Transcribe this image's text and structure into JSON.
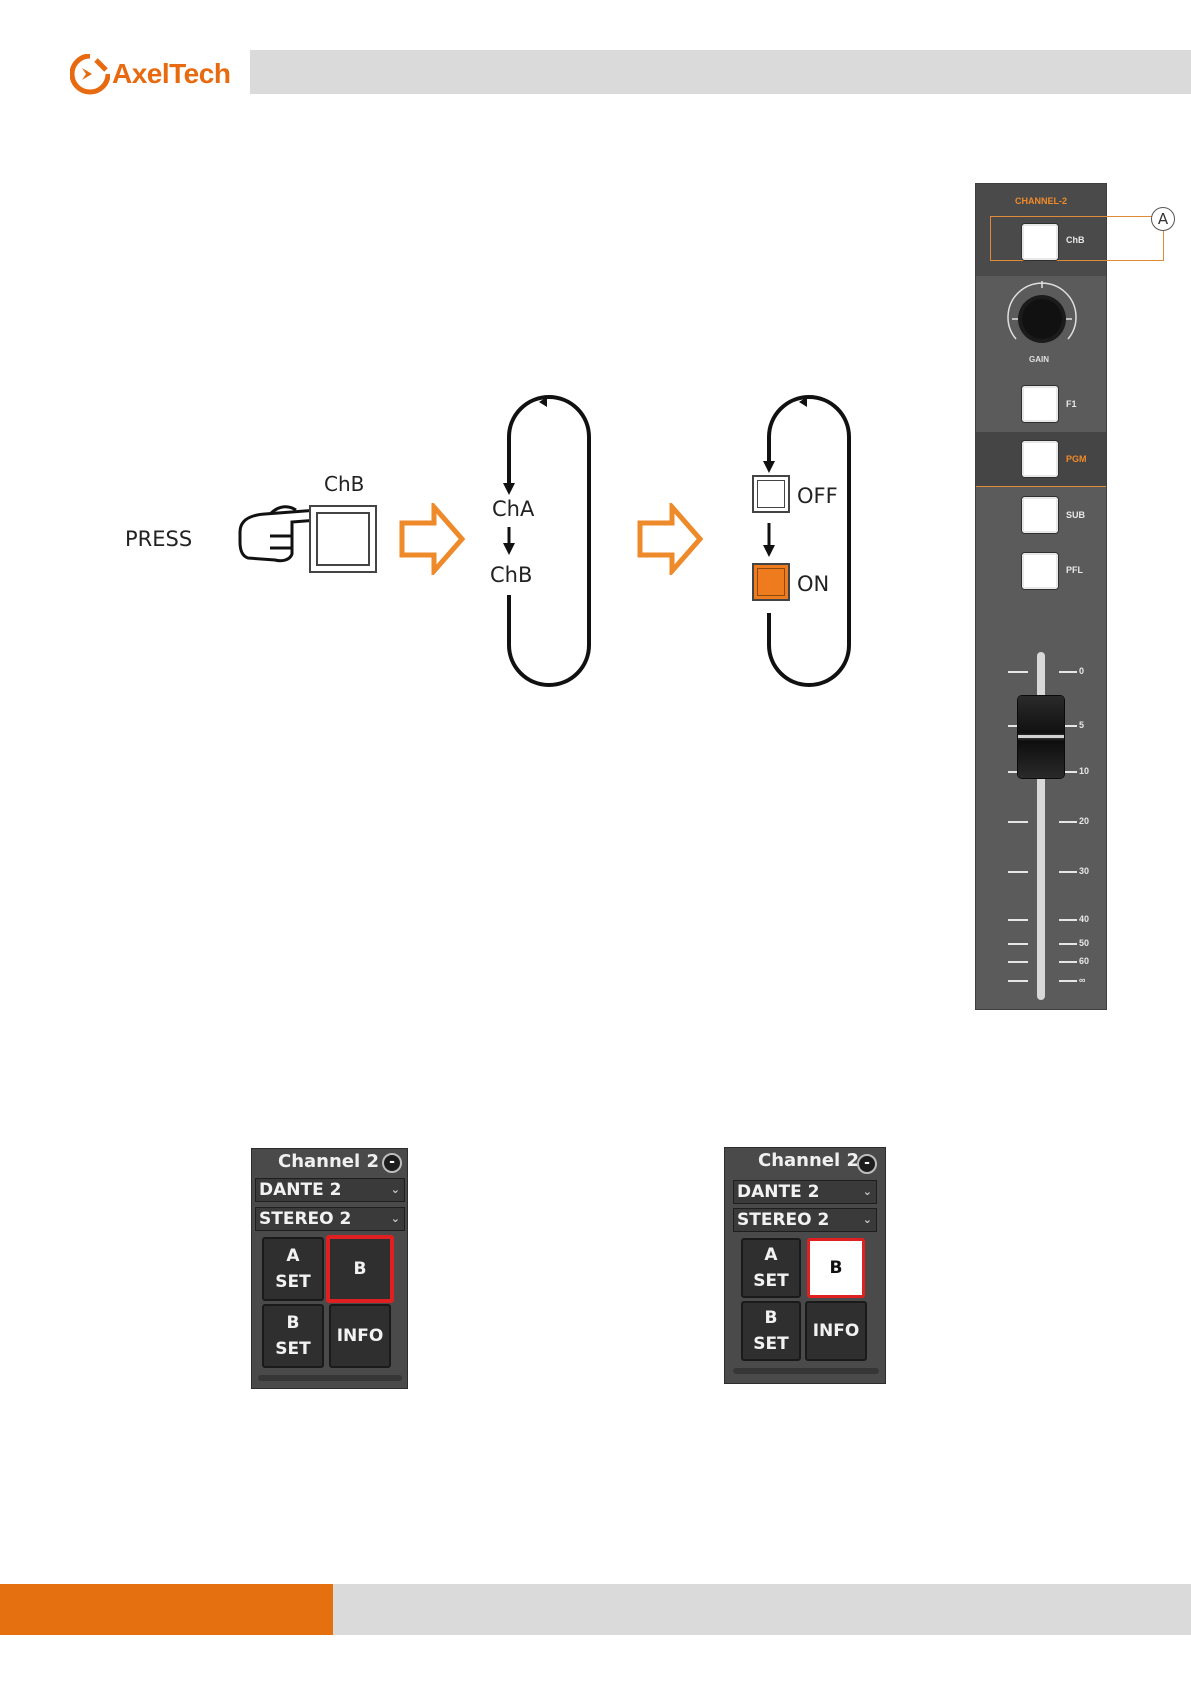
{
  "header": {
    "brand": "AxelTech"
  },
  "diagram": {
    "press_label": "PRESS",
    "button_label": "ChB",
    "cycle_first": "ChA",
    "cycle_second": "ChB",
    "state_off": "OFF",
    "state_on": "ON"
  },
  "channel_strip": {
    "title": "CHANNEL-2",
    "callout": "A",
    "chb_label": "ChB",
    "gain_label": "GAIN",
    "f1_label": "F1",
    "pgm_label": "PGM",
    "sub_label": "SUB",
    "pfl_label": "PFL",
    "scale": [
      "0",
      "5",
      "10",
      "20",
      "30",
      "40",
      "50",
      "60",
      "∞"
    ]
  },
  "panels": [
    {
      "title": "Channel 2",
      "minus": "-",
      "source": "DANTE 2",
      "mode": "STEREO 2",
      "a_set": [
        "A",
        "SET"
      ],
      "b": "B",
      "b_set": [
        "B",
        "SET"
      ],
      "info": "INFO"
    },
    {
      "title": "Channel 2",
      "minus": "-",
      "source": "DANTE 2",
      "mode": "STEREO 2",
      "a_set": [
        "A",
        "SET"
      ],
      "b": "B",
      "b_set": [
        "B",
        "SET"
      ],
      "info": "INFO"
    }
  ],
  "colors": {
    "accent": "#e4700f",
    "bar": "#dadada",
    "highlight": "#e02020"
  }
}
